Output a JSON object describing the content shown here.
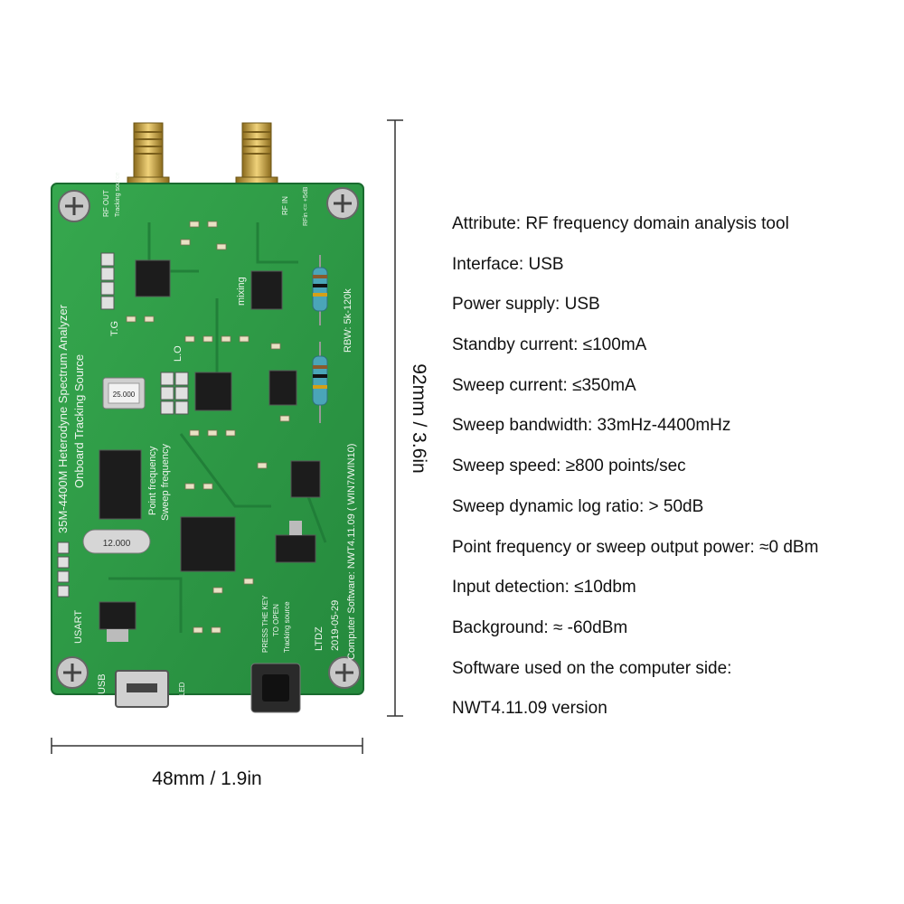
{
  "specs": [
    "Attribute: RF frequency domain analysis tool",
    "Interface: USB",
    "Power supply: USB",
    "Standby current: ≤100mA",
    "Sweep current: ≤350mA",
    "Sweep bandwidth: 33mHz-4400mHz",
    "Sweep speed: ≥800 points/sec",
    "Sweep dynamic log ratio: > 50dB",
    "Point frequency or sweep output power: ≈0 dBm",
    "Input detection: ≤10dbm",
    "Background: ≈ -60dBm",
    "Software used on the computer side:",
    "NWT4.11.09 version"
  ],
  "dimensions": {
    "width": "48mm / 1.9in",
    "height": "92mm / 3.6in"
  },
  "board": {
    "title": "35M-4400M Heterodyne Spectrum Analyzer",
    "subtitle": "Onboard Tracking Source",
    "rf_out": "RF OUT",
    "tracking_source_top": "Tracking source",
    "rf_in": "RF IN",
    "rf_in_note": "RFin <= +5dB",
    "rbw": "RBW: 5k-120k",
    "mixing": "mixing",
    "tg": "T.G",
    "lo": "L.O",
    "point_frequency": "Point frequency",
    "sweep_frequency": "Sweep frequency",
    "software": "Computer Software: NWT4.11.09 ( WIN7/WIN10)",
    "date": "2019-05-29",
    "brand": "LTDZ",
    "press_key": "PRESS THE KEY",
    "to_open": "TO OPEN",
    "tracking_source_bottom": "Tracking source",
    "usart": "USART",
    "usb": "USB",
    "led": "LED",
    "crystal_1": "25.000",
    "crystal_2": "12.000"
  },
  "colors": {
    "board": "#2e9a45",
    "board_dark": "#1f7a36",
    "connector_gold": "#c9a040",
    "chip": "#1c1c1c"
  }
}
